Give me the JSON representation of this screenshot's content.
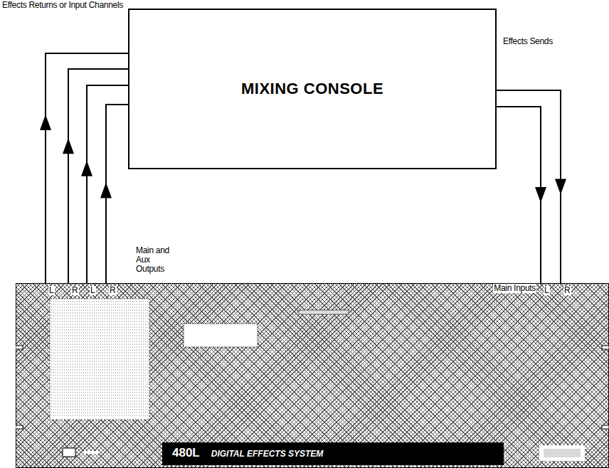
{
  "diagram": {
    "nodes": [
      {
        "text": [
          "MIXING CONSOLE"
        ]
      },
      {
        "text": [
          "480L",
          "DIGITAL EFFECTS SYSTEM"
        ]
      }
    ],
    "edges": [
      {
        "from": 1,
        "to": 0,
        "arrow": "to",
        "label": "L"
      },
      {
        "from": 1,
        "to": 0,
        "arrow": "to",
        "label": "R"
      },
      {
        "from": 1,
        "to": 0,
        "arrow": "to",
        "label": "L"
      },
      {
        "from": 1,
        "to": 0,
        "arrow": "to",
        "label": "R"
      },
      {
        "from": 0,
        "to": 1,
        "arrow": "to",
        "label": "L"
      },
      {
        "from": 0,
        "to": 1,
        "arrow": "to",
        "label": "R"
      }
    ],
    "labels": [
      "Effects Returns or Input Channels",
      "Effects Sends",
      "Main and Aux Outputs",
      "Main Inputs"
    ]
  }
}
